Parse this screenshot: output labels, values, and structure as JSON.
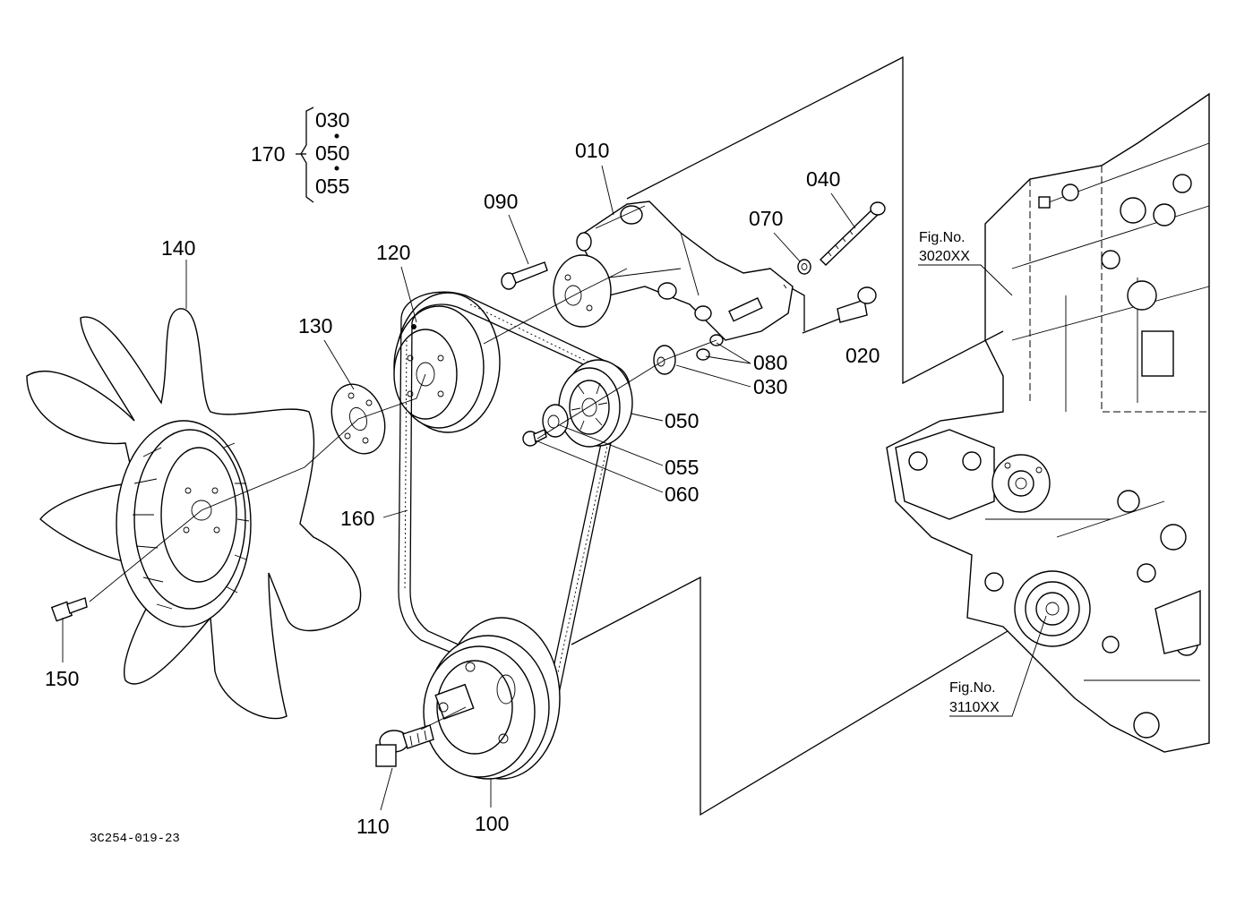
{
  "callouts": {
    "p010": "010",
    "p020": "020",
    "p030": "030",
    "p040": "040",
    "p050": "050",
    "p055": "055",
    "p060": "060",
    "p070": "070",
    "p080": "080",
    "p090": "090",
    "p100": "100",
    "p110": "110",
    "p120": "120",
    "p130": "130",
    "p140": "140",
    "p150": "150",
    "p160": "160",
    "p170": "170"
  },
  "kit_170": {
    "items": [
      "030",
      "050",
      "055"
    ]
  },
  "fig_refs": {
    "upper": {
      "label": "Fig.No.",
      "number": "3020XX"
    },
    "lower": {
      "label": "Fig.No.",
      "number": "3110XX"
    }
  },
  "drawing_code": "3C254-019-23"
}
